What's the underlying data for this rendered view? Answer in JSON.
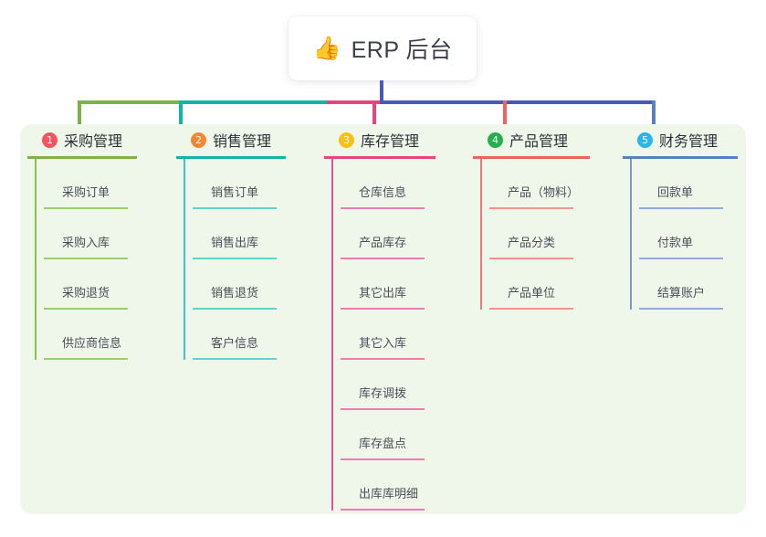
{
  "root": {
    "icon": "thumbs-up-icon",
    "icon_glyph": "👍",
    "title": "ERP 后台"
  },
  "colors": {
    "panel_background": "#eef7ea",
    "page_background": "#ffffff",
    "trunk": "#4a57c0",
    "branch_1": "#7cb342",
    "branch_2": "#11b5a5",
    "branch_3": "#e8457e",
    "branch_4": "#f0625f",
    "branch_5": "#5b7fc4",
    "badge_1": "#f4555f",
    "badge_2": "#f58634",
    "badge_3": "#f5c117",
    "badge_4": "#22b14c",
    "badge_5": "#29b6e8"
  },
  "columns": [
    {
      "number": "1",
      "title": "采购管理",
      "badge_color": "#f4555f",
      "rule_color": "#7cb342",
      "spine_color": "#8bc34a",
      "item_rule_color": "#9ccc74",
      "items": [
        {
          "label": "采购订单"
        },
        {
          "label": "采购入库"
        },
        {
          "label": "采购退货"
        },
        {
          "label": "供应商信息"
        }
      ]
    },
    {
      "number": "2",
      "title": "销售管理",
      "badge_color": "#f58634",
      "rule_color": "#11b5a5",
      "spine_color": "#3ec8bb",
      "item_rule_color": "#5fd4c8",
      "items": [
        {
          "label": "销售订单"
        },
        {
          "label": "销售出库"
        },
        {
          "label": "销售退货"
        },
        {
          "label": "客户信息"
        }
      ]
    },
    {
      "number": "3",
      "title": "库存管理",
      "badge_color": "#f5c117",
      "rule_color": "#e8457e",
      "spine_color": "#e8509a",
      "item_rule_color": "#ef7bb0",
      "items": [
        {
          "label": "仓库信息"
        },
        {
          "label": "产品库存"
        },
        {
          "label": "其它出库"
        },
        {
          "label": "其它入库"
        },
        {
          "label": "库存调拨"
        },
        {
          "label": "库存盘点"
        },
        {
          "label": "出库库明细"
        }
      ]
    },
    {
      "number": "4",
      "title": "产品管理",
      "badge_color": "#22b14c",
      "rule_color": "#f0625f",
      "spine_color": "#f37a72",
      "item_rule_color": "#f7938c",
      "items": [
        {
          "label": "产品（物料）"
        },
        {
          "label": "产品分类"
        },
        {
          "label": "产品单位"
        }
      ]
    },
    {
      "number": "5",
      "title": "财务管理",
      "badge_color": "#29b6e8",
      "rule_color": "#5b7fc4",
      "spine_color": "#7b98d2",
      "item_rule_color": "#92abdc",
      "items": [
        {
          "label": "回款单"
        },
        {
          "label": "付款单"
        },
        {
          "label": "结算账户"
        }
      ]
    }
  ]
}
